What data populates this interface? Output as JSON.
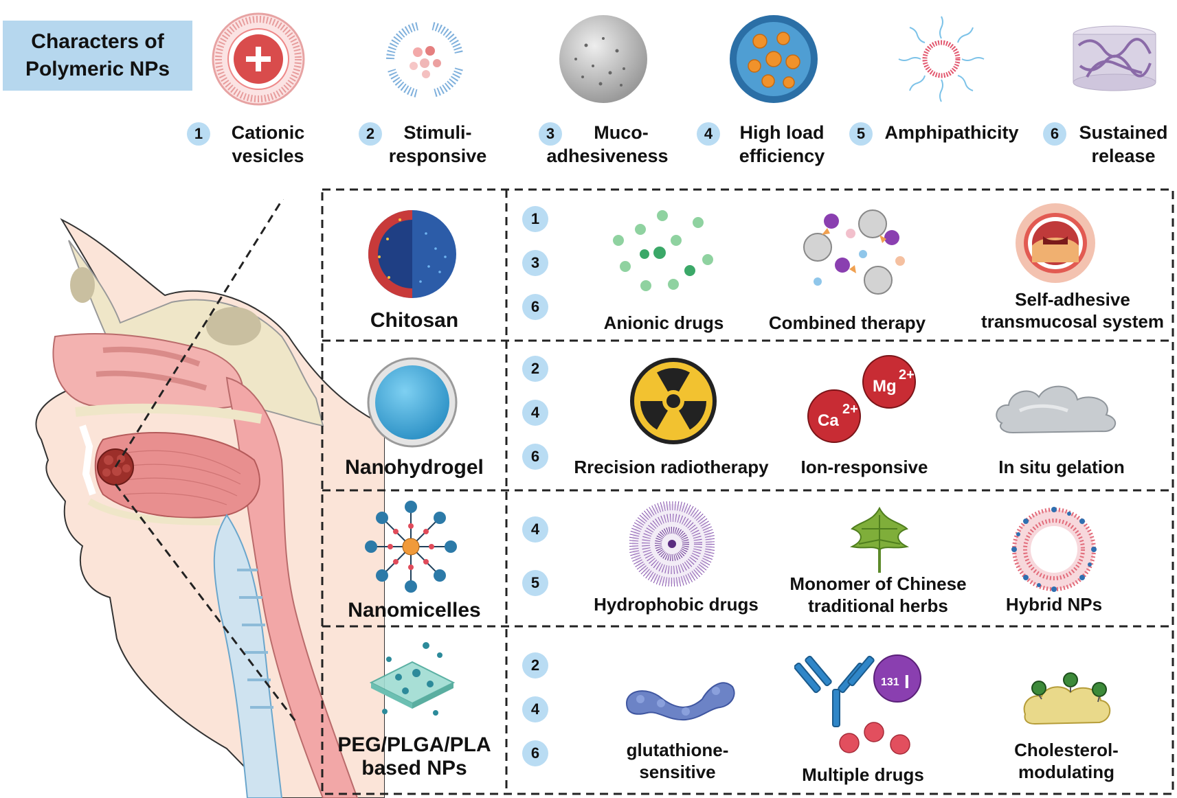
{
  "title": {
    "line1": "Characters  of",
    "line2": "Polymeric NPs"
  },
  "characters": [
    {
      "num": "1",
      "line1": "Cationic",
      "line2": "vesicles",
      "icon": "cationic-vesicle-icon"
    },
    {
      "num": "2",
      "line1": "Stimuli-",
      "line2": "responsive",
      "icon": "stimuli-responsive-icon"
    },
    {
      "num": "3",
      "line1": "Muco-",
      "line2": "adhesiveness",
      "icon": "mucoadhesive-sphere-icon"
    },
    {
      "num": "4",
      "line1": "High load",
      "line2": "efficiency",
      "icon": "loaded-sphere-icon"
    },
    {
      "num": "5",
      "line1": "Amphipathicity",
      "line2": "",
      "icon": "micelle-icon"
    },
    {
      "num": "6",
      "line1": "Sustained",
      "line2": "release",
      "icon": "polymer-matrix-icon"
    }
  ],
  "rows": [
    {
      "name": "Chitosan",
      "name2": "",
      "nums": [
        "1",
        "3",
        "6"
      ],
      "features": [
        {
          "line1": "Anionic drugs",
          "line2": "",
          "icon": "anionic-drugs-icon"
        },
        {
          "line1": "Combined therapy",
          "line2": "",
          "icon": "combined-therapy-icon"
        },
        {
          "line1": "Self-adhesive",
          "line2": "transmucosal system",
          "icon": "mouth-icon"
        }
      ]
    },
    {
      "name": "Nanohydrogel",
      "name2": "",
      "nums": [
        "2",
        "4",
        "6"
      ],
      "features": [
        {
          "line1": "Rrecision radiotherapy",
          "line2": "",
          "icon": "radiation-icon"
        },
        {
          "line1": "Ion-responsive",
          "line2": "",
          "icon": "ion-icon"
        },
        {
          "line1": "In situ gelation",
          "line2": "",
          "icon": "gel-cloud-icon"
        }
      ]
    },
    {
      "name": "Nanomicelles",
      "name2": "",
      "nums": [
        "4",
        "5"
      ],
      "features": [
        {
          "line1": "Hydrophobic drugs",
          "line2": "",
          "icon": "hydrophobic-drug-icon"
        },
        {
          "line1": "Monomer of Chinese",
          "line2": "traditional herbs",
          "icon": "herb-leaf-icon"
        },
        {
          "line1": "Hybrid NPs",
          "line2": "",
          "icon": "hybrid-np-icon"
        }
      ]
    },
    {
      "name": "PEG/PLGA/PLA",
      "name2": "based NPs",
      "nums": [
        "2",
        "4",
        "6"
      ],
      "features": [
        {
          "line1": "glutathione-",
          "line2": "sensitive",
          "icon": "glutathione-icon"
        },
        {
          "line1": "Multiple drugs",
          "line2": "",
          "icon": "multiple-drugs-icon"
        },
        {
          "line1": "Cholesterol-",
          "line2": "modulating",
          "icon": "cholesterol-icon"
        }
      ]
    }
  ],
  "icon_text": {
    "mg": "Mg",
    "mg_charge": "2+",
    "ca": "Ca",
    "ca_charge": "2+",
    "iodine_mass": "131",
    "iodine": "I"
  },
  "colors": {
    "title_bg": "#b6d7ee",
    "number_badge": "#b9dcf3",
    "dashed_border": "#222222",
    "tissue_pink": "#f2a7a7",
    "bone": "#efe6c8"
  }
}
